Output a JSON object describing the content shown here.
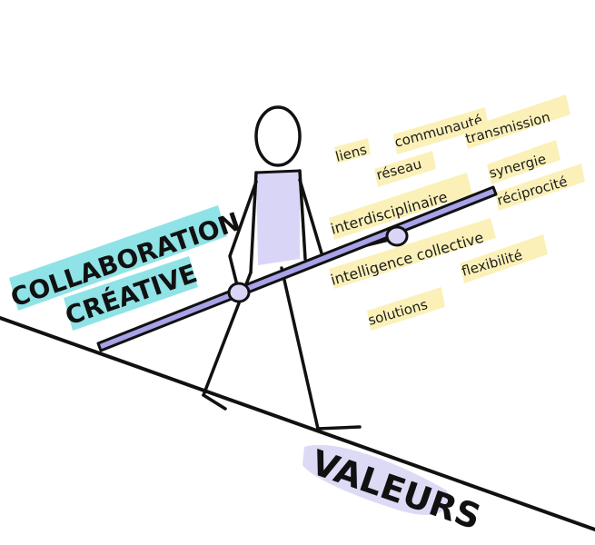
{
  "title": {
    "line1": "COLLABORATION",
    "line2": "CRÉATIVE"
  },
  "ground_label": "VALEURS",
  "values": {
    "liens": "liens",
    "communaute": "communauté",
    "transmission": "transmission",
    "reseau": "réseau",
    "synergie": "synergie",
    "interdisciplinaire": "interdisciplinaire",
    "reciprocite": "réciprocité",
    "intelligence_collective": "intelligence collective",
    "flexibilite": "flexibilité",
    "solutions": "solutions"
  },
  "colors": {
    "title_highlight": "#8fe3e6",
    "word_highlight": "#fbf1b8",
    "label_highlight": "#dcdaf5",
    "pole": "#a8a3e8",
    "body": "#d9d5f7",
    "ink": "#111111"
  },
  "icons": {
    "figure": "tightrope-walker-icon",
    "pole": "balance-pole-icon"
  }
}
